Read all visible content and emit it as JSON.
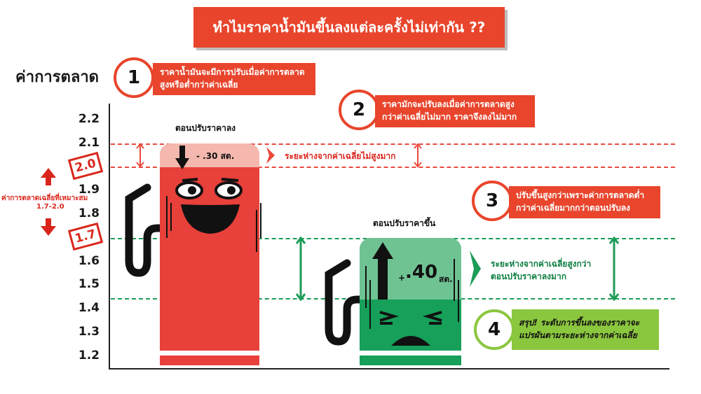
{
  "title": "ทำไมราคาน้ำมันขึ้นลงแต่ละครั้งไม่เท่ากัน ??",
  "y_axis": {
    "label": "ค่าการตลาด",
    "ticks": [
      "2.2",
      "2.1",
      "2.0",
      "1.9",
      "1.8",
      "1.7",
      "1.6",
      "1.5",
      "1.4",
      "1.3",
      "1.2"
    ]
  },
  "range_note": {
    "label": "ค่าการตลาดเฉลี่ยที่เหมาะสม",
    "range": "1.7-2.0",
    "upper_badge": "2.0",
    "lower_badge": "1.7"
  },
  "notes": [
    {
      "number": "1",
      "text": "ราคาน้ำมันจะมีการปรับเมื่อค่าการตลาดสูงหรือต่ำกว่าค่าเฉลี่ย"
    },
    {
      "number": "2",
      "text": "ราคามักจะปรับลงเมื่อค่าการตลาดสูงกว่าค่าเฉลี่ยไม่มาก ราคาจึงลงไม่มาก"
    },
    {
      "number": "3",
      "text": "ปรับขึ้นสูงกว่าเพราะค่าการตลาดต่ำกว่าค่าเฉลี่ยมากกว่าตอนปรับลง"
    },
    {
      "number": "4",
      "text": "สรุป! ระดับการขึ้นลงของราคาจะแปรผันตามระยะห่างจากค่าเฉลี่ย"
    }
  ],
  "pump_down": {
    "caption": "ตอนปรับราคาลง",
    "change": "- .30 สต.",
    "gap_text": "ระยะห่างจากค่าเฉลี่ยไม่สูงมาก"
  },
  "pump_up": {
    "caption": "ตอนปรับราคาขึ้น",
    "change_sign": "+",
    "change_value": ".40",
    "change_unit": "สต.",
    "gap_text": "ระยะห่างจากค่าเฉลี่ยสูงกว่าตอนปรับราคาลงมาก"
  },
  "colors": {
    "orange": "#e8452c",
    "red_pump": "#e8403a",
    "pink_top": "#f5b8ae",
    "green_pump": "#16a05a",
    "green_top": "#6fc393",
    "lime": "#8bc63f",
    "dash_red": "#e84a3c",
    "dash_green": "#1c9c57"
  }
}
